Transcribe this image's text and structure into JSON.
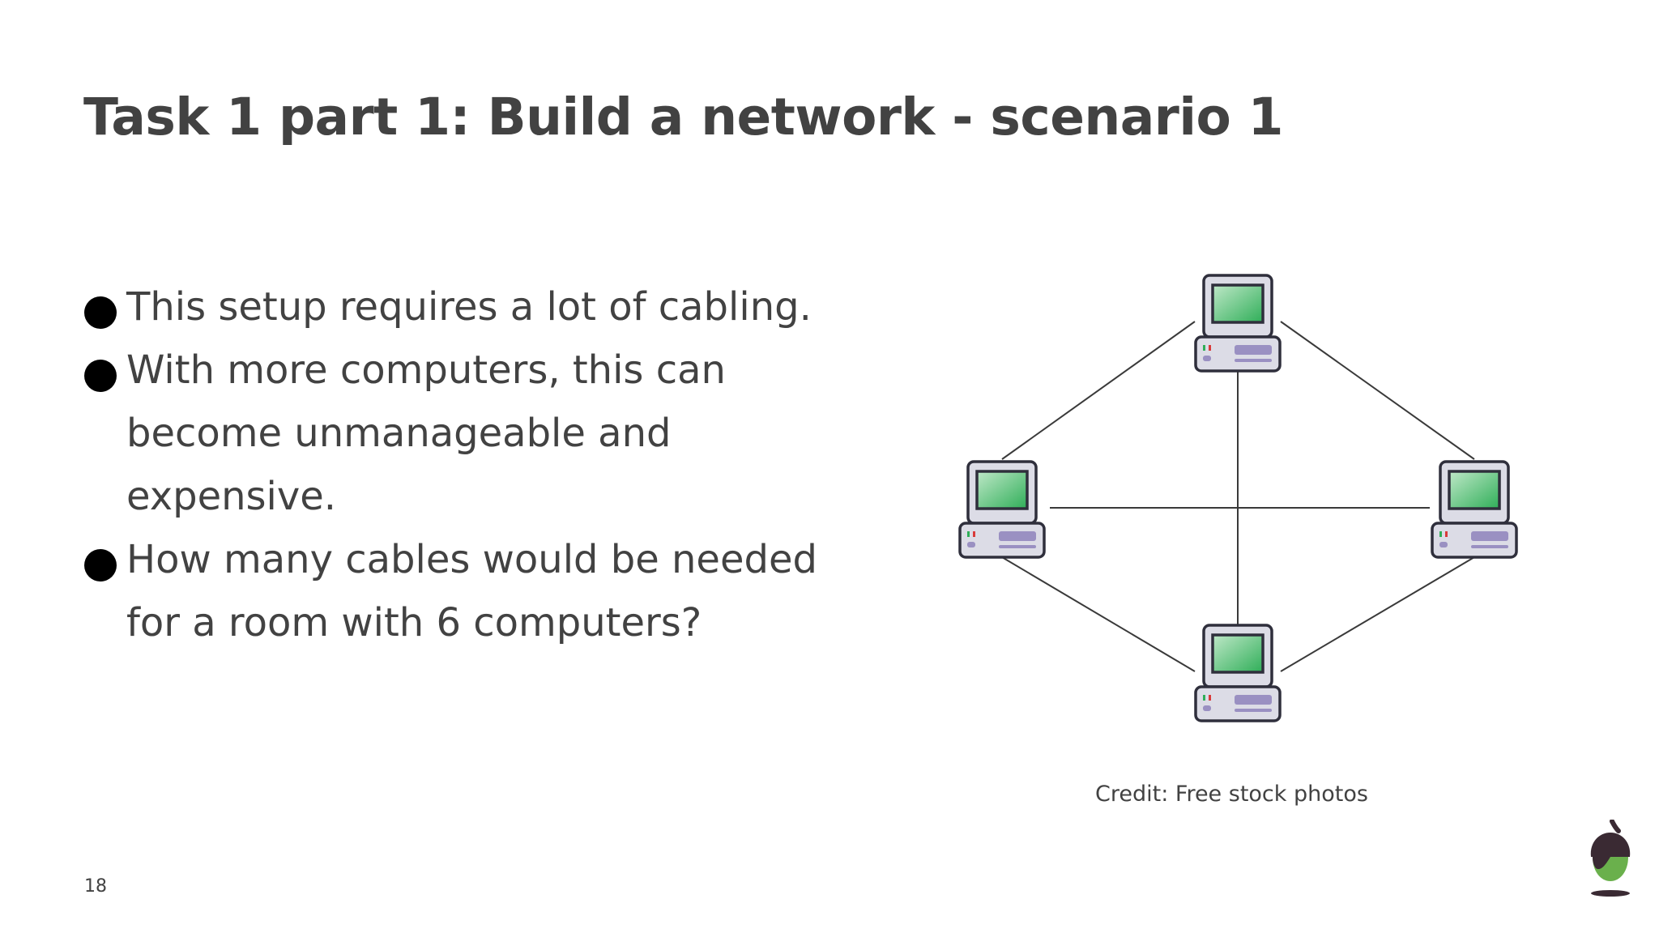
{
  "slide": {
    "title": "Task 1 part 1: Build a network - scenario 1",
    "bullets": [
      "This setup requires a lot of cabling.",
      "With more computers, this can become unmanageable and expensive.",
      "How many cables would be needed for a room with 6 computers?"
    ],
    "credit": "Credit:  Free stock photos",
    "page_number": "18"
  },
  "diagram": {
    "nodes": [
      "computer-top",
      "computer-left",
      "computer-right",
      "computer-bottom"
    ],
    "links": [
      [
        "computer-top",
        "computer-left"
      ],
      [
        "computer-top",
        "computer-right"
      ],
      [
        "computer-top",
        "computer-bottom"
      ],
      [
        "computer-left",
        "computer-right"
      ],
      [
        "computer-left",
        "computer-bottom"
      ],
      [
        "computer-right",
        "computer-bottom"
      ]
    ],
    "colors": {
      "screen_light": "#bfe8c8",
      "screen_dark": "#2fae58",
      "case": "#dcdce6",
      "outline": "#2f2f3c",
      "accent": "#9a90c2"
    }
  },
  "logo": {
    "icon": "acorn-icon",
    "colors": {
      "cap": "#3a2a33",
      "body": "#6ab04c"
    }
  }
}
